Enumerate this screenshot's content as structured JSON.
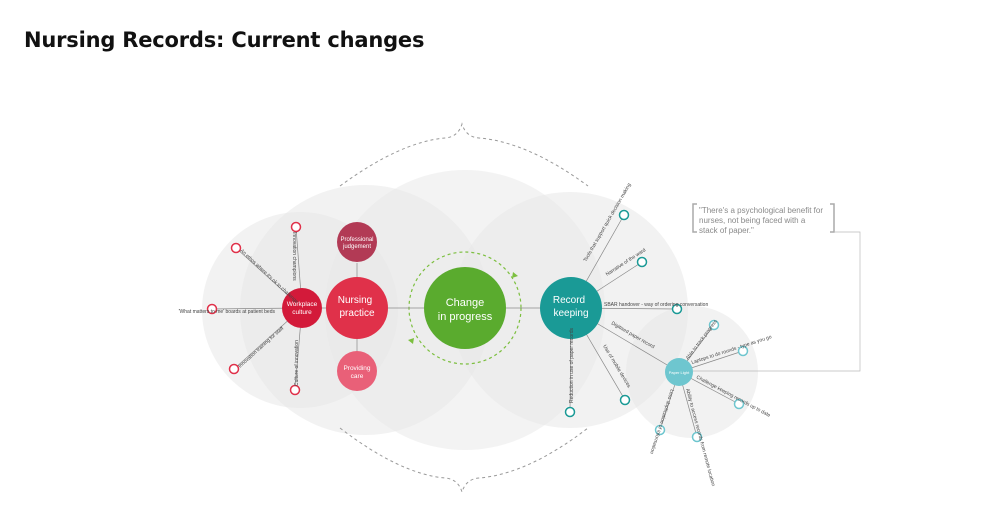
{
  "page": {
    "title": "Nursing Records: Current changes"
  },
  "center": {
    "label_line1": "Change",
    "label_line2": "in progress",
    "color": "#5aab2e"
  },
  "nursing_practice": {
    "label_line1": "Nursing",
    "label_line2": "practice",
    "color": "#e0314a",
    "professional_judgement": {
      "line1": "Professional",
      "line2": "judgement",
      "color": "#b23a55"
    },
    "providing_care": {
      "line1": "Providing",
      "line2": "care",
      "color": "#e96078"
    }
  },
  "workplace_culture": {
    "label_line1": "Workplace",
    "label_line2": "culture",
    "color": "#d31a3a",
    "spokes": [
      "Innovation champions",
      "An ethos where it's ok to challenge",
      "'What matters to me' boards at patient beds",
      "Innovation training for staff",
      "Culture of innovation"
    ]
  },
  "record_keeping": {
    "label_line1": "Record",
    "label_line2": "keeping",
    "color": "#1a9a96",
    "spokes": [
      "Tools that support quick decision making",
      "Narrative of the ward",
      "SBAR handover - way of ordering conversation",
      "Digitised paper record",
      "Use of mobile devices",
      "Reduction in use of paper records"
    ]
  },
  "paper_light": {
    "label": "Paper Light",
    "color": "#6ec6cf",
    "spokes": [
      "Able to track progress",
      "Laptops to do rounds - type as you go",
      "Challenge keeping records up to date",
      "Ability to access records from remote location",
      "Less duplication of information"
    ]
  },
  "quote": {
    "line1": "\"There's a psychological benefit for",
    "line2": "nurses, not being faced with a",
    "line3": "stack of paper.\""
  }
}
